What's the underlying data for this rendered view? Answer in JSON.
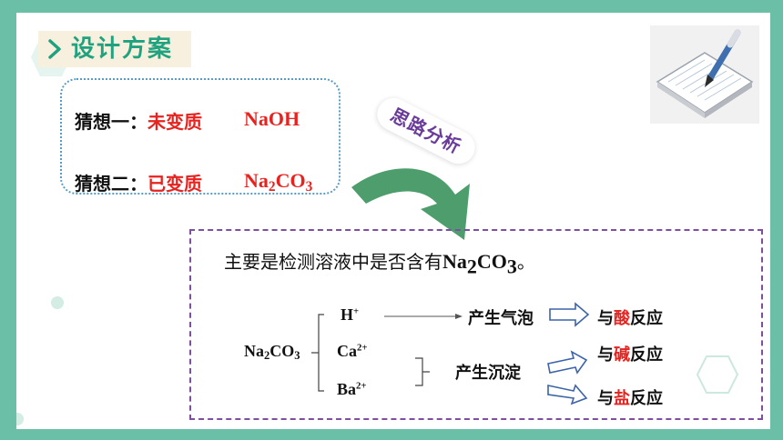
{
  "title": "设计方案",
  "guesses": [
    {
      "label": "猜想一：",
      "state": "未变质",
      "formula": "NaOH"
    },
    {
      "label": "猜想二：",
      "state": "已变质",
      "formula_main": "Na",
      "formula_sub": "2",
      "formula_tail": "CO",
      "formula_sub2": "3"
    }
  ],
  "analysis_tag": "思路分析",
  "main_statement": {
    "prefix": "主要是检测溶液中是否含有",
    "f1": "Na",
    "s1": "2",
    "f2": "CO",
    "s2": "3",
    "suffix": "。"
  },
  "compound": {
    "f1": "Na",
    "s1": "2",
    "f2": "CO",
    "s2": "3"
  },
  "ions": [
    {
      "symbol": "H",
      "charge": "+"
    },
    {
      "symbol": "Ca",
      "charge": "2+"
    },
    {
      "symbol": "Ba",
      "charge": "2+"
    }
  ],
  "phenomena": {
    "gas": "产生气泡",
    "precipitate": "产生沉淀"
  },
  "reactions": [
    {
      "prefix": "与",
      "key": "酸",
      "suffix": "反应"
    },
    {
      "prefix": "与",
      "key": "碱",
      "suffix": "反应"
    },
    {
      "prefix": "与",
      "key": "盐",
      "suffix": "反应"
    }
  ],
  "colors": {
    "accent": "#21a27e",
    "highlight": "#e8231f",
    "border": "#7e4fa0",
    "background": "#6bbfa7"
  }
}
